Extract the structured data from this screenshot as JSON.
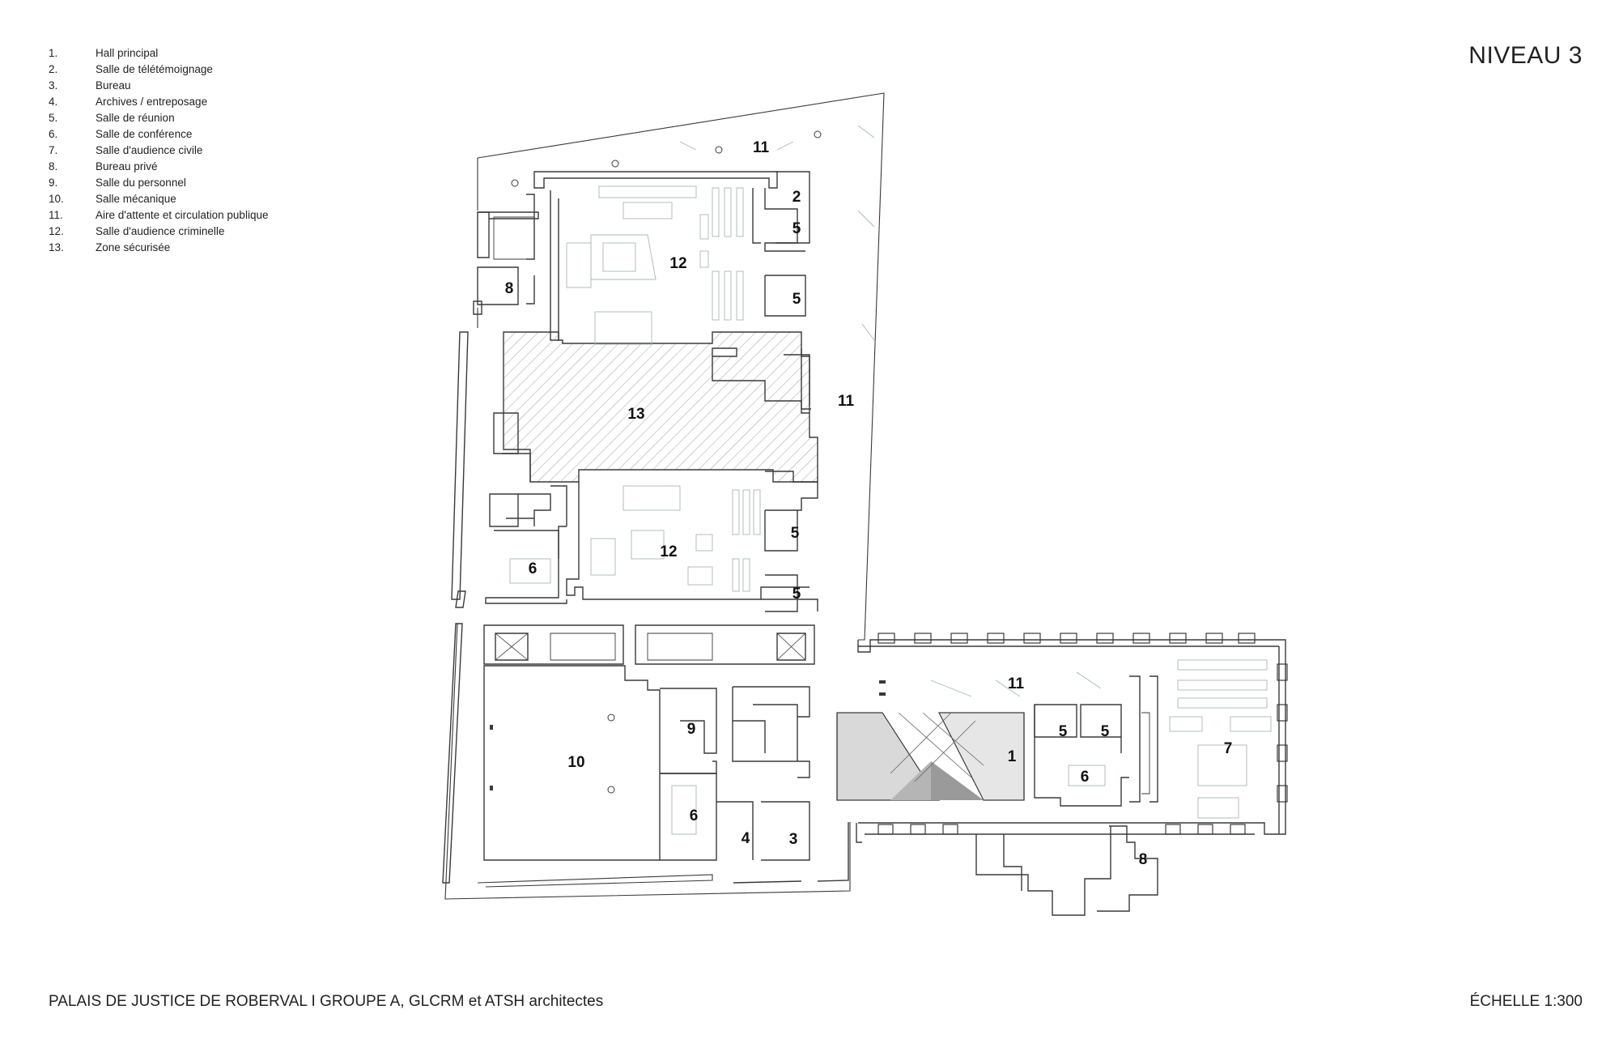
{
  "legend": [
    {
      "num": "1.",
      "label": "Hall principal"
    },
    {
      "num": "2.",
      "label": "Salle de télétémoignage"
    },
    {
      "num": "3.",
      "label": "Bureau"
    },
    {
      "num": "4.",
      "label": "Archives / entreposage"
    },
    {
      "num": "5.",
      "label": "Salle de réunion"
    },
    {
      "num": "6.",
      "label": "Salle de conférence"
    },
    {
      "num": "7.",
      "label": "Salle d'audience civile"
    },
    {
      "num": "8.",
      "label": "Bureau privé"
    },
    {
      "num": "9.",
      "label": "Salle du personnel"
    },
    {
      "num": "10.",
      "label": "Salle mécanique"
    },
    {
      "num": "11.",
      "label": "Aire d'attente et circulation publique"
    },
    {
      "num": "12.",
      "label": "Salle d'audience criminelle"
    },
    {
      "num": "13.",
      "label": "Zone sécurisée"
    }
  ],
  "level_title": "NIVEAU 3",
  "footer": {
    "project": "PALAIS DE JUSTICE DE ROBERVAL I GROUPE A, GLCRM et ATSH architectes",
    "scale": "ÉCHELLE 1:300"
  },
  "room_labels": {
    "r11a": "11",
    "r2": "2",
    "r5a": "5",
    "r12a": "12",
    "r8a": "8",
    "r5b": "5",
    "r13": "13",
    "r11b": "11",
    "r5c": "5",
    "r12b": "12",
    "r6a": "6",
    "r5d": "5",
    "r11c": "11",
    "r5e": "5",
    "r5f": "5",
    "r1": "1",
    "r6b": "6",
    "r7": "7",
    "r10": "10",
    "r9": "9",
    "r6c": "6",
    "r4": "4",
    "r3": "3",
    "r8b": "8"
  },
  "colors": {
    "wall": "#3a3a3a",
    "furniture": "#a8b8b4",
    "secure_hatch": "#8a8a8a",
    "atrium_fill": "#d9d9d9",
    "atrium_dark": "#9a9a9a"
  }
}
